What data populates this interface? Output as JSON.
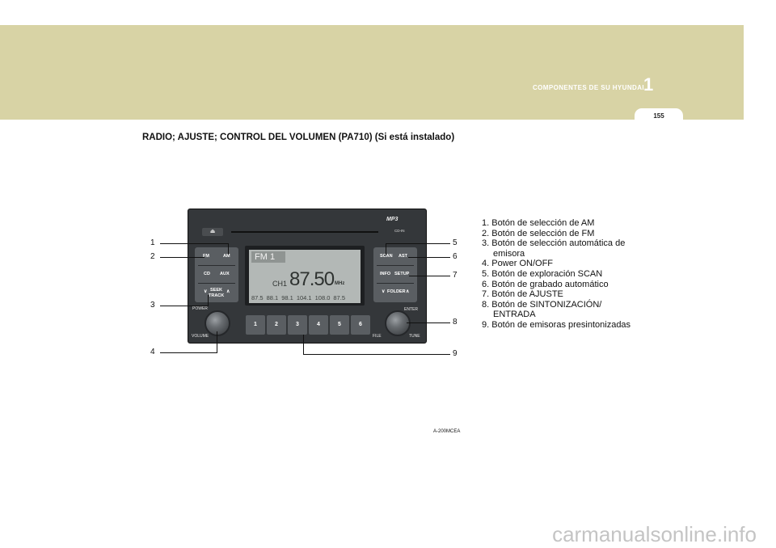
{
  "header": {
    "chapter_title": "COMPONENTES DE SU HYUNDAI",
    "chapter_number": "1",
    "page_number": "155"
  },
  "section_title": "RADIO; AJUSTE; CONTROL DEL VOLUMEN (PA710) (Si está instalado)",
  "figure": {
    "code": "A-200MCEA",
    "callouts": [
      "1",
      "2",
      "3",
      "4",
      "5",
      "6",
      "7",
      "8",
      "9"
    ],
    "radio": {
      "eject": "⏏",
      "mp3_logo": "MP3",
      "cd_in": "CD-IN",
      "left_buttons": {
        "fm": "FM",
        "am": "AM",
        "cd": "CD",
        "aux": "AUX",
        "seek": "SEEK",
        "track": "TRACK"
      },
      "right_buttons": {
        "scan": "SCAN",
        "ast": "AST",
        "info": "INFO",
        "setup": "SETUP",
        "folder": "FOLDER"
      },
      "display": {
        "band": "FM 1",
        "channel": "CH1",
        "frequency": "87.50",
        "unit": "MHz",
        "presets": [
          "87.5",
          "88.1",
          "98.1",
          "104.1",
          "108.0",
          "87.5"
        ]
      },
      "knob_labels": {
        "power": "POWER",
        "volume": "VOLUME",
        "enter": "ENTER",
        "file": "FILE",
        "tune": "TUNE"
      },
      "number_buttons": [
        "1",
        "2",
        "3",
        "4",
        "5",
        "6"
      ]
    }
  },
  "legend": [
    "1. Botón de selección de AM",
    "2. Botón de selección de FM",
    "3. Botón de selección automática de emisora",
    "4. Power ON/OFF",
    "5. Botón de exploración SCAN",
    "6. Botón de grabado automático",
    "7. Botón de AJUSTE",
    "8. Botón de SINTONIZACIÓN/ ENTRADA",
    "9. Botón de emisoras presintonizadas"
  ],
  "watermark": "carmanualsonline.info"
}
